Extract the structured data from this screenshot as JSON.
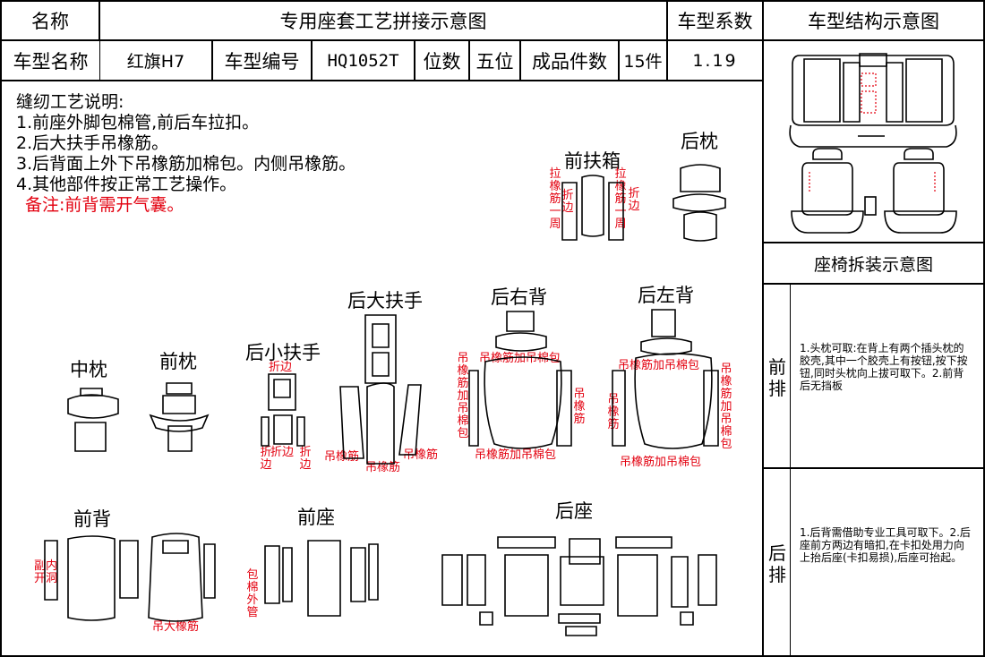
{
  "header": {
    "name_label": "名称",
    "title": "专用座套工艺拼接示意图",
    "model_coef_label": "车型系数",
    "structure_label": "车型结构示意图"
  },
  "info_row": {
    "model_name_label": "车型名称",
    "model_name": "红旗H7",
    "model_code_label": "车型编号",
    "model_code": "HQ1052T",
    "seats_label": "位数",
    "seats": "五位",
    "pieces_label": "成品件数",
    "pieces": "15件",
    "coefficient": "1.19"
  },
  "sewing_notes": {
    "heading": "缝纫工艺说明:",
    "items": [
      "1.前座外脚包棉管,前后车拉扣。",
      "2.后大扶手吊橡筋。",
      "3.后背面上外下吊橡筋加棉包。内侧吊橡筋。",
      "4.其他部件按正常工艺操作。"
    ],
    "remark": "备注:前背需开气囊。"
  },
  "parts": {
    "front_armbox": "前扶箱",
    "rear_headrest": "后枕",
    "middle_headrest": "中枕",
    "front_headrest": "前枕",
    "rear_small_armrest": "后小扶手",
    "rear_big_armrest": "后大扶手",
    "rear_right_back": "后右背",
    "rear_left_back": "后左背",
    "front_back": "前背",
    "front_seat": "前座",
    "rear_seat": "后座"
  },
  "annotations": {
    "pull_elastic_fold": "拉橡筋一周",
    "fold_edge": "折边",
    "hang_elastic_cotton": "吊橡筋加吊棉包",
    "hang_elastic_cotton_2": "吊橡筋加吊棉包",
    "hang_elastic_cotton_3": "吊橡筋加吊棉包",
    "hang_elastic_cotton_4": "吊橡筋加吊棉包",
    "hang_elastic_cotton_v": "吊橡筋加吊棉包",
    "hang_elastic_cotton_v2": "吊橡筋加吊棉包",
    "hang_elastic": "吊橡筋",
    "hang_elastic_v": "吊橡筋",
    "hang_elastic_v2": "吊橡筋",
    "hang_elastic_2": "吊橡筋",
    "hang_elastic_3": "吊橡筋",
    "fold_small": "折边",
    "fold_a": "折边",
    "fold_b": "折边",
    "fold_c": "折边",
    "airbag_open": "副内开洞",
    "outer_cotton_tube": "包棉外管",
    "big_elastic": "吊大橡筋",
    "pull_elastic_right": "拉橡筋一周"
  },
  "side_panel": {
    "disassembly_label": "座椅拆装示意图",
    "front_row_label": "前排",
    "front_row_text": "1.头枕可取:在背上有两个插头枕的胶壳,其中一个胶壳上有按钮,按下按钮,同时头枕向上拔可取下。2.前背后无挡板",
    "rear_row_label": "后排",
    "rear_row_text": "1.后背需借助专业工具可取下。2.后座前方两边有暗扣,在卡扣处用力向上抬后座(卡扣易损),后座可抬起。"
  }
}
